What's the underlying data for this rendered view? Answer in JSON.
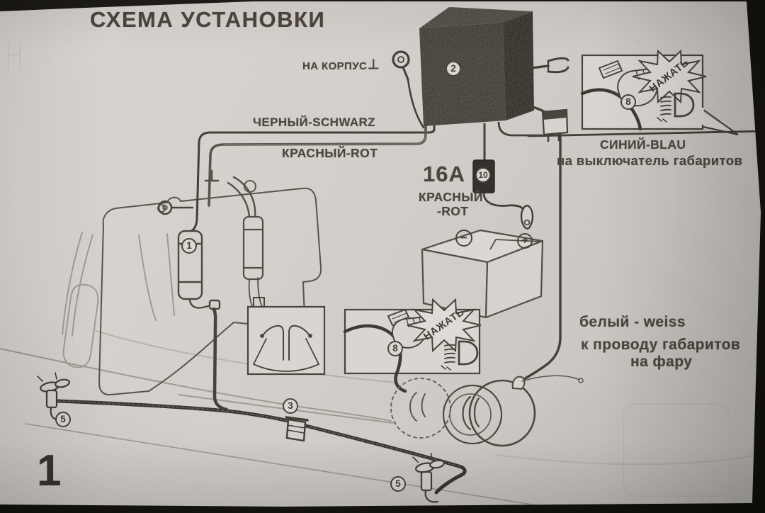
{
  "title": "СХЕМА УСТАНОВКИ",
  "figure_number": "1",
  "wire_labels": {
    "ground": "НА КОРПУС",
    "ground_symbol": "⊥",
    "black": "ЧЕРНЫЙ-SCHWARZ",
    "red": "КРАСНЫЙ-ROT",
    "fuse_rating": "16А",
    "fuse_wire_color": "КРАСНЫЙ",
    "fuse_wire_color2": "-ROT",
    "blue": "СИНИЙ-BLAU",
    "blue_destination": "на выключатель габаритов",
    "white": "белый - weiss",
    "white_destination_line1": "к проводу габаритов",
    "white_destination_line2": "на фару"
  },
  "callouts": {
    "relay": "2",
    "fuse": "10",
    "pump": "1",
    "switch_button_top": "8",
    "switch_button_mid": "8",
    "tee_valve": "3",
    "nozzle_left": "5",
    "nozzle_bottom": "5"
  },
  "insets": {
    "press_action_top": "НАЖАТЬ",
    "press_action_mid": "НАЖАТЬ"
  },
  "battery": {
    "minus": "−",
    "plus": "+"
  },
  "icons": {
    "fog_light": "fog-light-icon",
    "ground_terminal": "ring-terminal-icon",
    "press_hand": "hand-press-icon"
  },
  "colors": {
    "paper": "#d5d2ce",
    "ink": "#4e463e",
    "relay_dark": "#343028",
    "hose_dark": "#3b3733",
    "sketch_light": "#99928a"
  }
}
